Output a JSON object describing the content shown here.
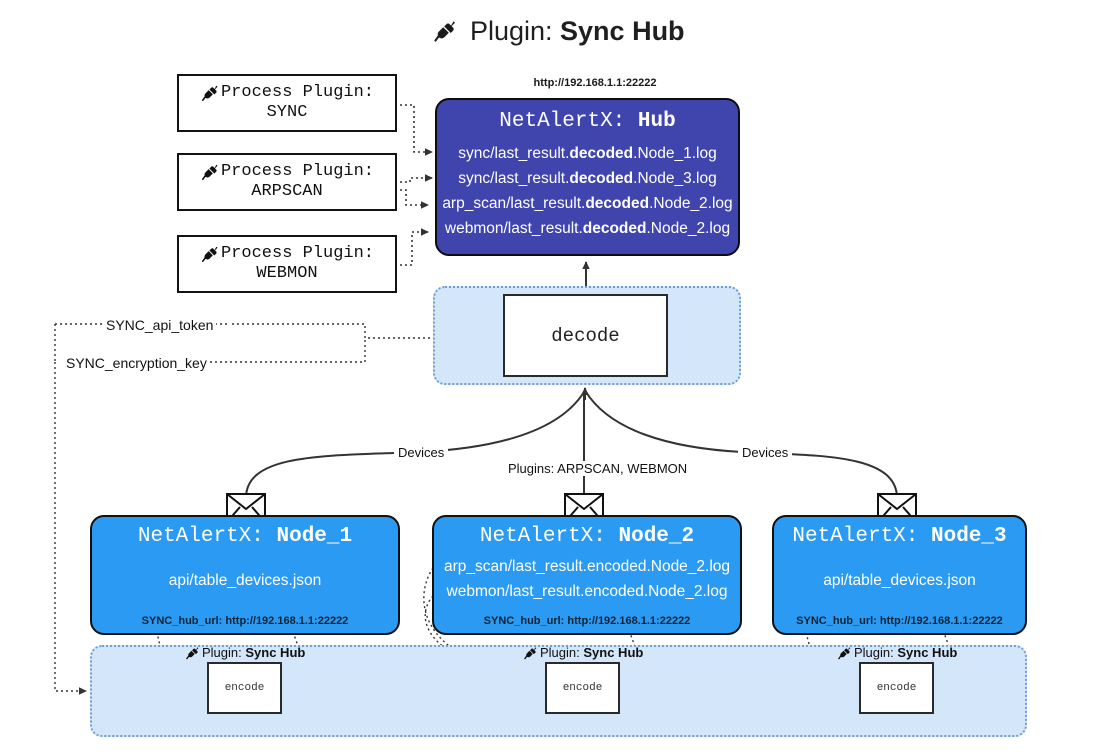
{
  "title": {
    "icon": "plug-icon",
    "prefix": "Plugin:",
    "name": "Sync Hub"
  },
  "process_plugins": {
    "prefix": "Process Plugin:",
    "icon": "plug-icon",
    "items": [
      {
        "label": "SYNC"
      },
      {
        "label": "ARPSCAN"
      },
      {
        "label": "WEBMON"
      }
    ]
  },
  "hub": {
    "url": "http://192.168.1.1:22222",
    "title_prefix": "NetAlertX:",
    "title_name": "Hub",
    "logs": [
      {
        "pre": "sync/last_result.",
        "em": "decoded",
        "post": ".Node_1.log"
      },
      {
        "pre": "sync/last_result.",
        "em": "decoded",
        "post": ".Node_3.log"
      },
      {
        "pre": "arp_scan/last_result.",
        "em": "decoded",
        "post": ".Node_2.log"
      },
      {
        "pre": "webmon/last_result.",
        "em": "decoded",
        "post": ".Node_2.log"
      }
    ]
  },
  "decode": {
    "label": "decode"
  },
  "tokens": {
    "api_token": "SYNC_api_token",
    "encryption_key": "SYNC_encryption_key"
  },
  "edge_labels": {
    "devices_left": "Devices",
    "devices_right": "Devices",
    "plugins_center": "Plugins: ARPSCAN, WEBMON"
  },
  "nodes": [
    {
      "title_prefix": "NetAlertX:",
      "title_name": "Node_1",
      "lines": [
        {
          "text": "api/table_devices.json"
        }
      ],
      "footer": "SYNC_hub_url: http://192.168.1.1:22222",
      "envelope_icon": "envelope-icon"
    },
    {
      "title_prefix": "NetAlertX:",
      "title_name": "Node_2",
      "lines": [
        {
          "text": "arp_scan/last_result.encoded.Node_2.log"
        },
        {
          "text": "webmon/last_result.encoded.Node_2.log"
        }
      ],
      "footer": "SYNC_hub_url: http://192.168.1.1:22222",
      "envelope_icon": "envelope-icon"
    },
    {
      "title_prefix": "NetAlertX:",
      "title_name": "Node_3",
      "lines": [
        {
          "text": "api/table_devices.json"
        }
      ],
      "footer": "SYNC_hub_url: http://192.168.1.1:22222",
      "envelope_icon": "envelope-icon"
    }
  ],
  "bottom_strip": {
    "plugin_prefix": "Plugin:",
    "plugin_name": "Sync Hub",
    "icon": "plug-icon",
    "encode_label": "encode"
  },
  "colors": {
    "hub_fill": "#4045AE",
    "node_fill": "#2B9AF3",
    "container_fill": "#D4E6FA",
    "container_border": "#6F9FD0",
    "stroke": "#333333",
    "page_bg": "#FFFFFF"
  }
}
